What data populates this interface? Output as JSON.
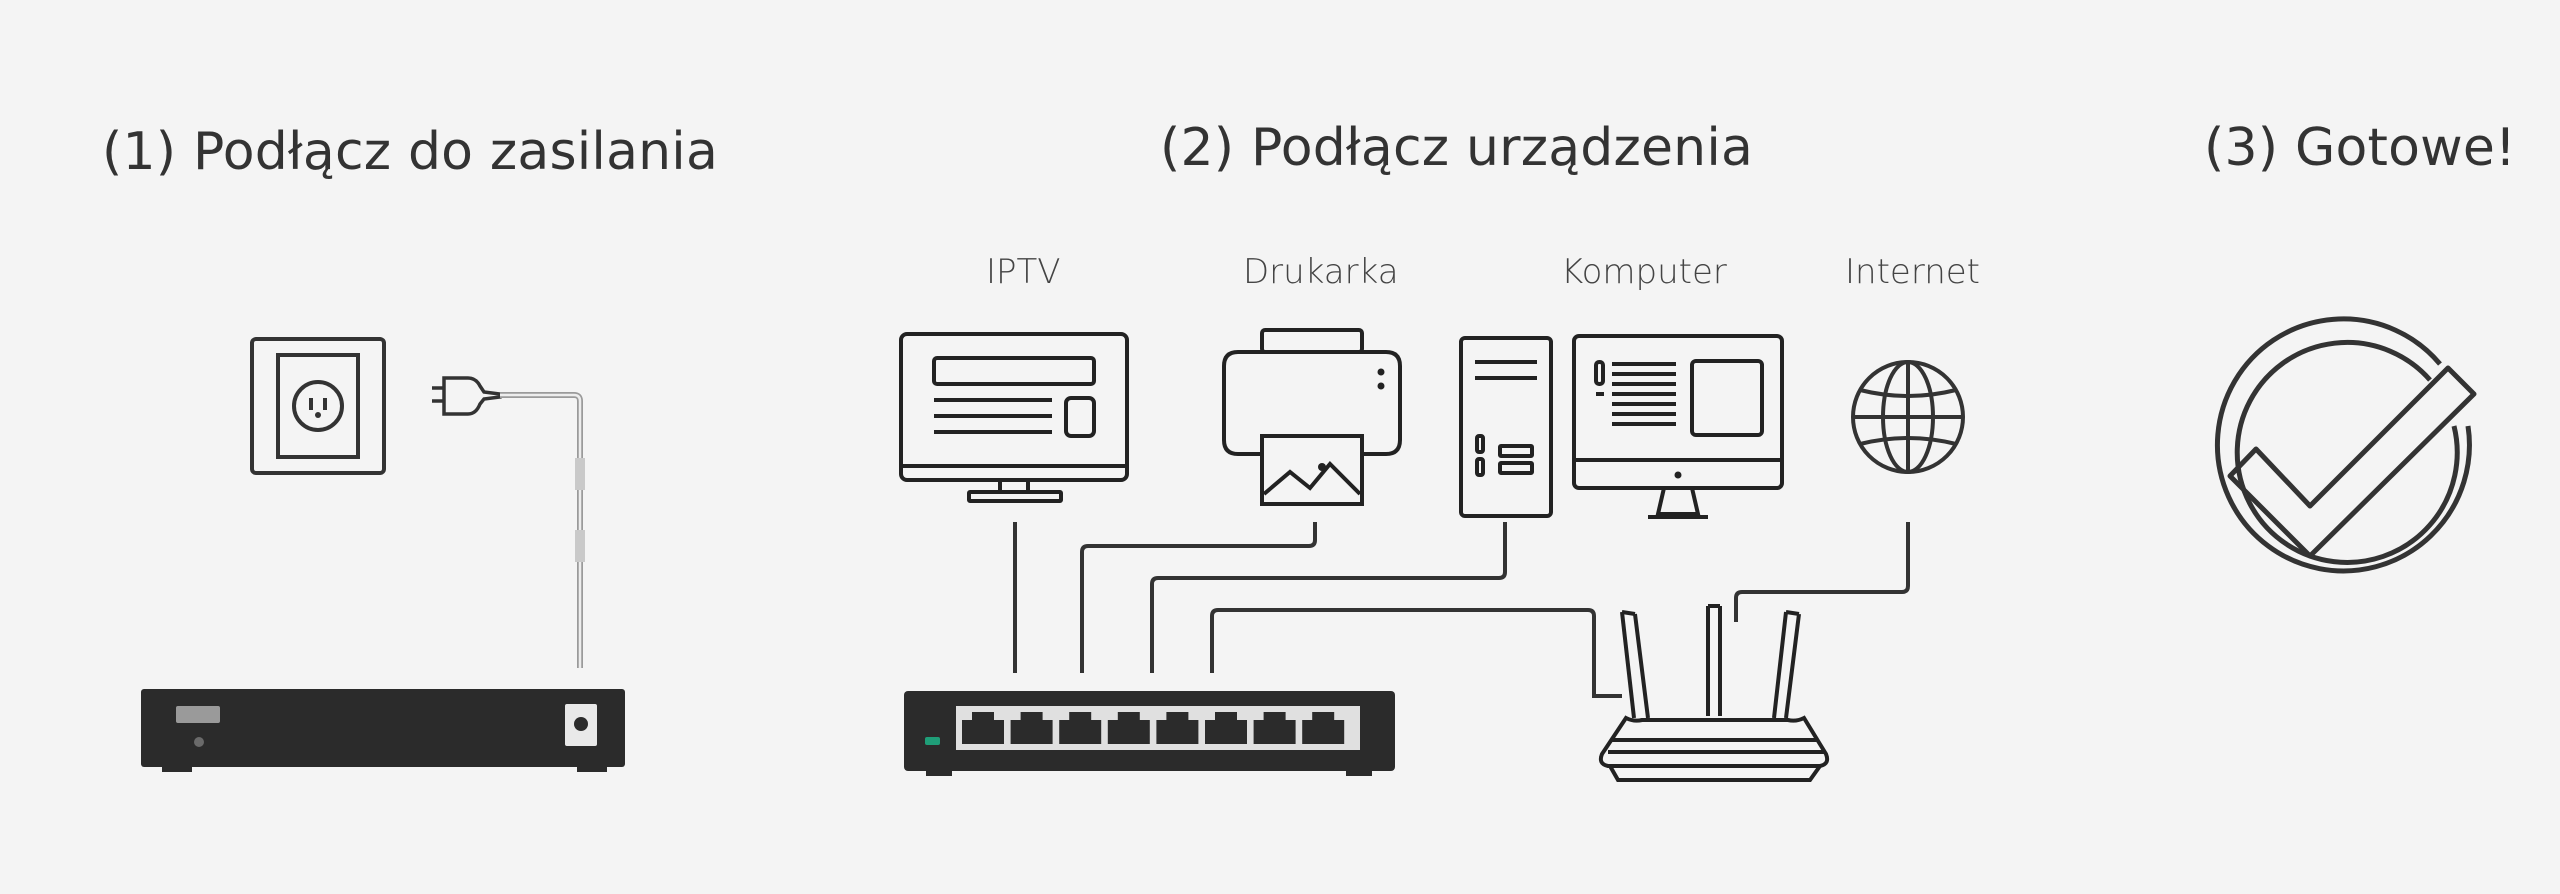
{
  "steps": {
    "power": "(1) Podłącz do zasilania",
    "connect": "(2) Podłącz urządzenia",
    "done": "(3) Gotowe!"
  },
  "devices": {
    "iptv": "IPTV",
    "printer": "Drukarka",
    "computer": "Komputer",
    "internet": "Internet"
  },
  "colors": {
    "background": "#f4f4f4",
    "line": "#333333",
    "switch_body": "#2b2b2b",
    "led": "#1f9e78"
  },
  "icons": [
    "power-outlet-icon",
    "power-plug-icon",
    "switch-icon",
    "tv-icon",
    "printer-icon",
    "pc-tower-icon",
    "monitor-icon",
    "globe-icon",
    "router-icon",
    "check-circle-icon"
  ]
}
